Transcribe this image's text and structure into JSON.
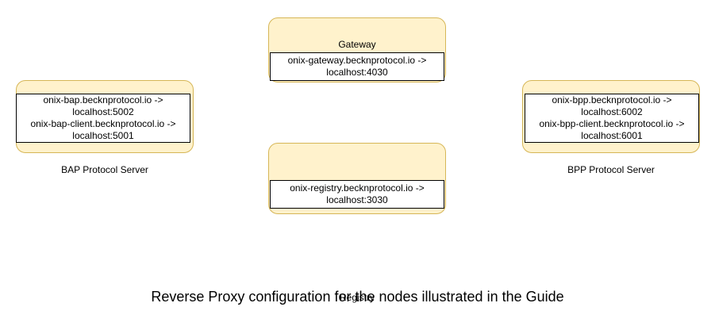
{
  "diagram": {
    "type": "network-configuration-diagram",
    "background_color": "#ffffff",
    "node_fill_color": "#fff2cc",
    "node_border_color": "#d6b656",
    "body_fill_color": "#ffffff",
    "body_border_color": "#000000",
    "caption": "Reverse Proxy configuration for the nodes illustrated in the Guide",
    "nodes": [
      {
        "id": "bap",
        "title": "BAP Protocol Server",
        "mappings": [
          "onix-bap.becknprotocol.io ->",
          "localhost:5002",
          "onix-bap-client.becknprotocol.io ->",
          "localhost:5001"
        ]
      },
      {
        "id": "gateway",
        "title": "Gateway",
        "mappings": [
          "onix-gateway.becknprotocol.io ->",
          "localhost:4030"
        ]
      },
      {
        "id": "registry",
        "title": "Registry",
        "mappings": [
          "onix-registry.becknprotocol.io ->",
          "localhost:3030"
        ]
      },
      {
        "id": "bpp",
        "title": "BPP Protocol Server",
        "mappings": [
          "onix-bpp.becknprotocol.io ->",
          "localhost:6002",
          "onix-bpp-client.becknprotocol.io ->",
          "localhost:6001"
        ]
      }
    ]
  }
}
